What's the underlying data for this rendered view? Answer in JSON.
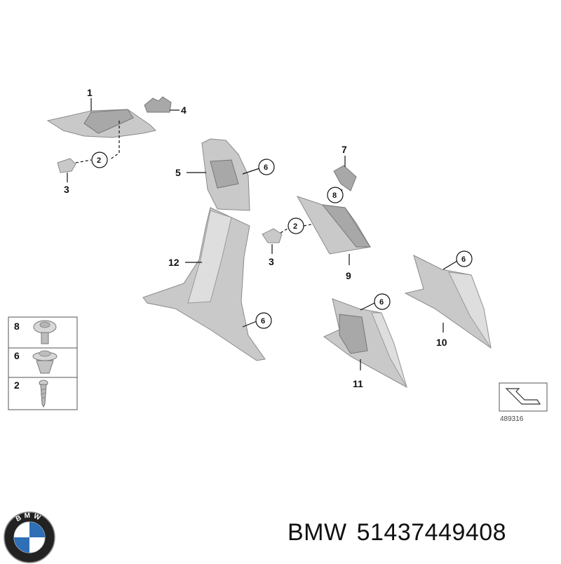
{
  "callouts": {
    "c1": "1",
    "c2a": "2",
    "c2b": "2",
    "c3a": "3",
    "c3b": "3",
    "c4": "4",
    "c5": "5",
    "c6a": "6",
    "c6b": "6",
    "c6c": "6",
    "c6d": "6",
    "c7": "7",
    "c8": "8",
    "c9": "9",
    "c10": "10",
    "c11": "11",
    "c12": "12"
  },
  "legend": {
    "row1": "8",
    "row2": "6",
    "row3": "2"
  },
  "reference_number": "489316",
  "brand": {
    "name": "BMW",
    "part_number": "51437449408",
    "logo_letters": "BMW",
    "logo_blue": "#2f6fb5"
  }
}
